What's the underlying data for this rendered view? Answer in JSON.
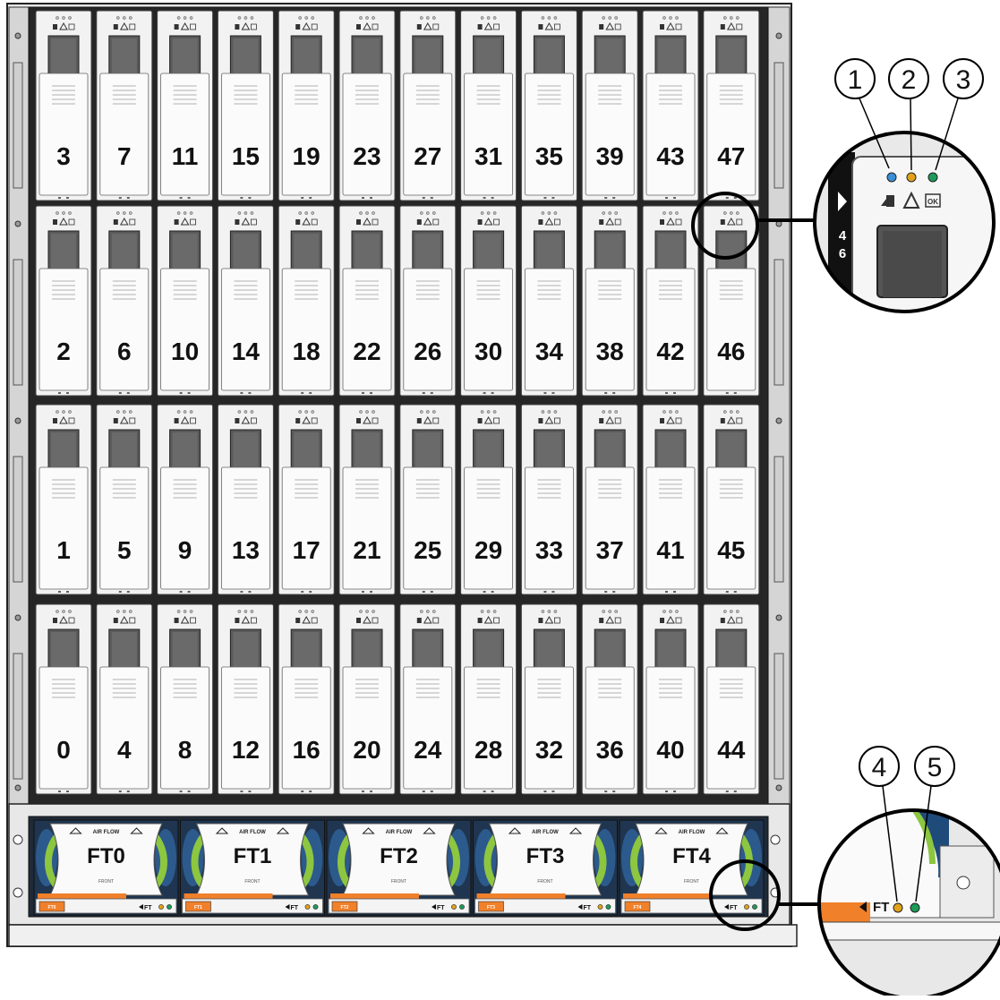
{
  "drive_bay": {
    "columns": [
      [
        "3",
        "2",
        "1",
        "0"
      ],
      [
        "7",
        "6",
        "5",
        "4"
      ],
      [
        "11",
        "10",
        "9",
        "8"
      ],
      [
        "15",
        "14",
        "13",
        "12"
      ],
      [
        "19",
        "18",
        "17",
        "16"
      ],
      [
        "23",
        "22",
        "21",
        "20"
      ],
      [
        "27",
        "26",
        "25",
        "24"
      ],
      [
        "31",
        "30",
        "29",
        "28"
      ],
      [
        "35",
        "34",
        "33",
        "32"
      ],
      [
        "39",
        "38",
        "37",
        "36"
      ],
      [
        "43",
        "42",
        "41",
        "40"
      ],
      [
        "47",
        "46",
        "45",
        "44"
      ]
    ],
    "led_colors": {
      "locate": "#3a8fd6",
      "fault": "#e0a21a",
      "ok": "#1e9a5a"
    }
  },
  "fan_trays": {
    "labels": [
      "FT0",
      "FT1",
      "FT2",
      "FT3",
      "FT4"
    ],
    "tab_labels": [
      "FT0",
      "FT1",
      "FT2",
      "FT3",
      "FT4"
    ],
    "airflow_label": "AIR FLOW",
    "front_label": "FRONT",
    "pointer_label": "FT",
    "accent_color": "#f0802a",
    "ring_color": "#8dc63f"
  },
  "callouts": {
    "top": [
      "1",
      "2",
      "3"
    ],
    "bottom": [
      "4",
      "5"
    ],
    "zoom_slot_label": [
      "4",
      "6"
    ],
    "ok_label": "OK",
    "zoom_pointer_label": "FT"
  }
}
